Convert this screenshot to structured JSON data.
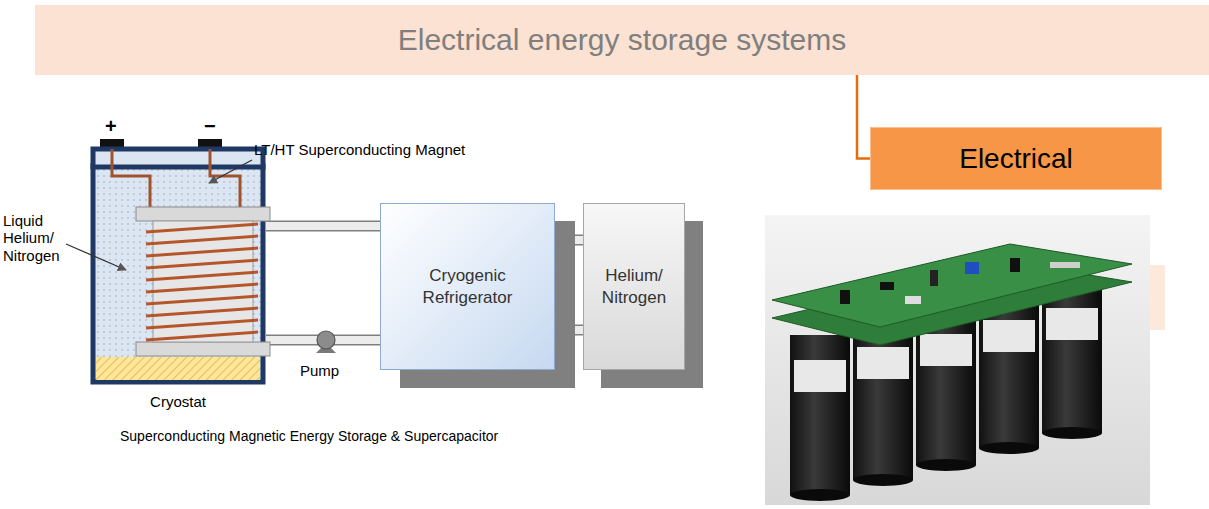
{
  "diagram": {
    "caption": "Superconducting Magnetic Energy Storage & Supercapacitor",
    "nodes": [
      {
        "text": [
          "Electrical energy storage systems"
        ]
      },
      {
        "text": [
          "Electrical"
        ]
      },
      {
        "text": [
          "Cryostat"
        ]
      },
      {
        "text": [
          "Cryogenic Refrigerator"
        ]
      },
      {
        "text": [
          "Helium/ Nitrogen"
        ]
      }
    ],
    "edges": [
      {
        "from": 0,
        "to": 1,
        "arrow": "none"
      },
      {
        "from": 2,
        "to": 3,
        "arrow": "none"
      },
      {
        "from": 2,
        "to": 3,
        "arrow": "none"
      },
      {
        "from": 3,
        "to": 4,
        "arrow": "none"
      },
      {
        "from": 3,
        "to": 4,
        "arrow": "none"
      }
    ],
    "labels": [
      "LT/HT Superconducting Magnet",
      "Liquid Helium/ Nitrogen",
      "+",
      "−",
      "Pump"
    ]
  }
}
